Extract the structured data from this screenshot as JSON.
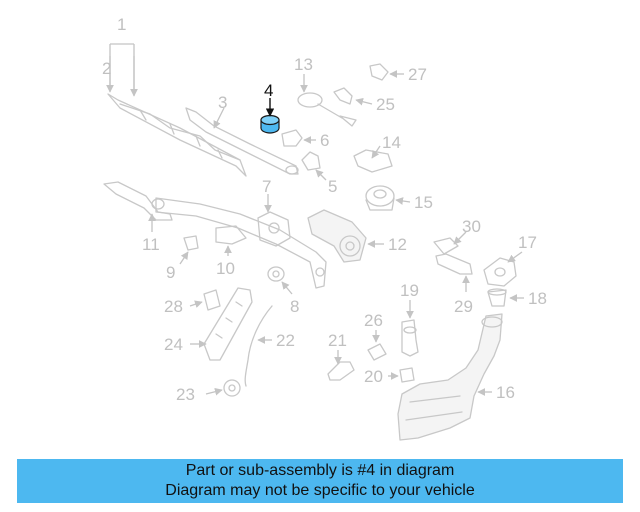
{
  "diagram": {
    "highlight_color": "#4db8f0",
    "labels": {
      "1": "1",
      "2": "2",
      "3": "3",
      "4": "4",
      "5": "5",
      "6": "6",
      "7": "7",
      "8": "8",
      "9": "9",
      "10": "10",
      "11": "11",
      "12": "12",
      "13": "13",
      "14": "14",
      "15": "15",
      "16": "16",
      "17": "17",
      "18": "18",
      "19": "19",
      "20": "20",
      "21": "21",
      "22": "22",
      "23": "23",
      "24": "24",
      "25": "25",
      "26": "26",
      "27": "27",
      "28": "28",
      "29": "29",
      "30": "30"
    }
  },
  "banner": {
    "color": "#4db8f0",
    "line1": "Part or sub-assembly is #4 in diagram",
    "line2": "Diagram may not be specific to your vehicle"
  }
}
